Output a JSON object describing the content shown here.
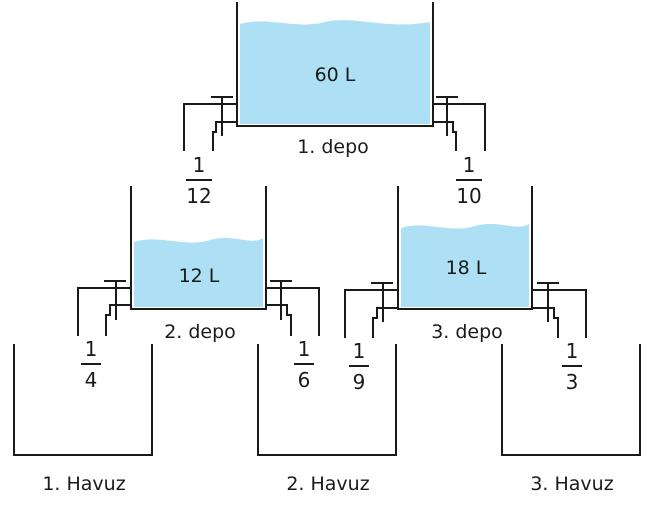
{
  "tanks": {
    "depo1": {
      "label": "1. depo",
      "volume": "60 L"
    },
    "depo2": {
      "label": "2. depo",
      "volume": "12 L"
    },
    "depo3": {
      "label": "3. depo",
      "volume": "18 L"
    }
  },
  "fractions": {
    "depo1_left": {
      "num": "1",
      "den": "12"
    },
    "depo1_right": {
      "num": "1",
      "den": "10"
    },
    "depo2_left": {
      "num": "1",
      "den": "4"
    },
    "depo2_right": {
      "num": "1",
      "den": "6"
    },
    "depo3_left": {
      "num": "1",
      "den": "9"
    },
    "depo3_right": {
      "num": "1",
      "den": "3"
    }
  },
  "pools": [
    {
      "label": "1. Havuz"
    },
    {
      "label": "2. Havuz"
    },
    {
      "label": "3. Havuz"
    }
  ],
  "colors": {
    "water": "#aee0f5",
    "line": "#1a1a1a"
  }
}
